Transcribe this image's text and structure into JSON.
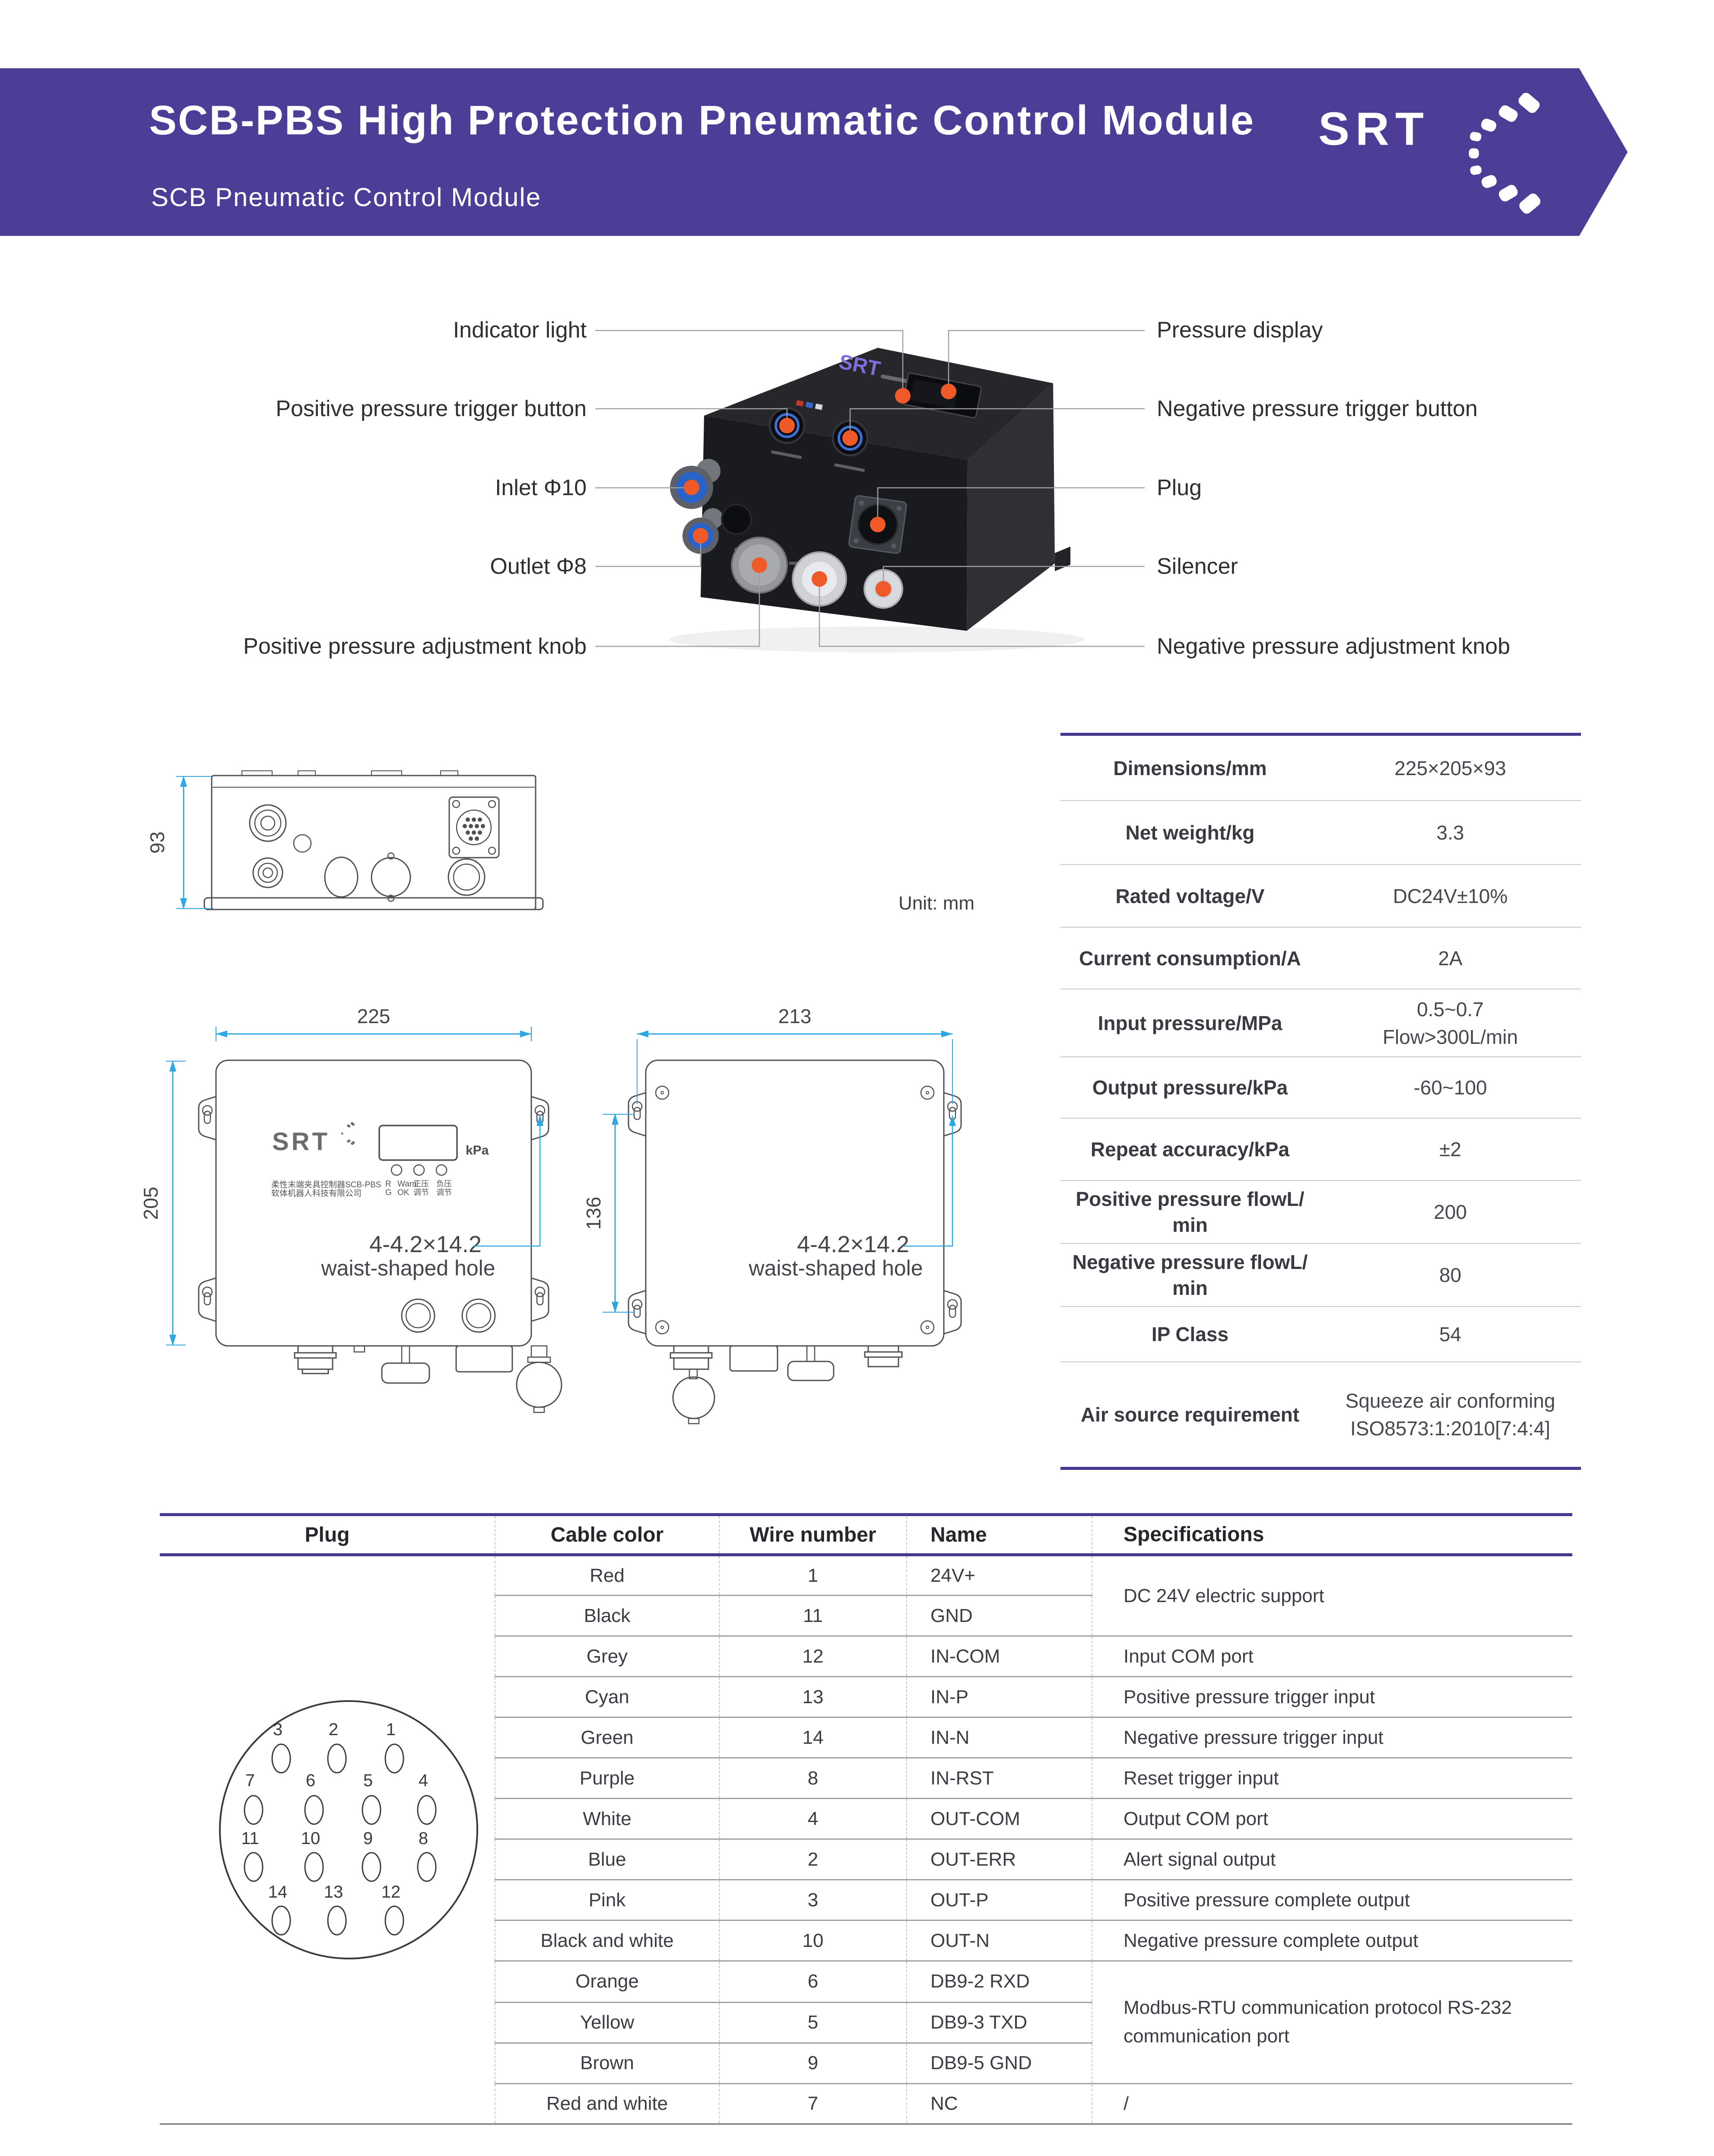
{
  "header": {
    "title": "SCB-PBS High Protection Pneumatic Control Module",
    "subtitle": "SCB Pneumatic Control Module",
    "logo_text": "SRT"
  },
  "callouts": {
    "left": [
      "Indicator light",
      "Positive pressure trigger button",
      "Inlet Φ10",
      "Outlet  Φ8",
      "Positive pressure adjustment knob"
    ],
    "right": [
      "Pressure display",
      "Negative pressure trigger button",
      "Plug",
      "Silencer",
      "Negative pressure adjustment knob"
    ]
  },
  "drawings": {
    "unit_note": "Unit: mm",
    "side": {
      "height_dim": "93"
    },
    "front": {
      "width_dim": "225",
      "height_dim": "205",
      "logo": "SRT",
      "panel_unit": "kPa",
      "led_r": "R",
      "led_warn": "Warn",
      "led_g": "G",
      "led_ok": "OK",
      "knob1_line1": "正压",
      "knob1_line2": "调节",
      "knob2_line1": "负压",
      "knob2_line2": "调节",
      "dev_line1": "柔性末端夹具控制器SCB-PBS",
      "dev_line2": "软体机器人科技有限公司",
      "hole1": "4-4.2×14.2",
      "hole2": "waist-shaped hole"
    },
    "rear": {
      "width_dim": "213",
      "height_dim": "136",
      "hole1": "4-4.2×14.2",
      "hole2": "waist-shaped hole"
    }
  },
  "spec": {
    "rows": [
      {
        "label": "Dimensions/mm",
        "value": "225×205×93"
      },
      {
        "label": "Net weight/kg",
        "value": "3.3"
      },
      {
        "label": "Rated voltage/V",
        "value": "DC24V±10%"
      },
      {
        "label": "Current consumption/A",
        "value": "2A"
      },
      {
        "label": "Input pressure/MPa",
        "value": "0.5~0.7\nFlow>300L/min"
      },
      {
        "label": "Output pressure/kPa",
        "value": "-60~100"
      },
      {
        "label": "Repeat accuracy/kPa",
        "value": "±2"
      },
      {
        "label": "Positive pressure flowL/\nmin",
        "value": "200"
      },
      {
        "label": "Negative pressure flowL/\nmin",
        "value": "80"
      },
      {
        "label": "IP Class",
        "value": "54"
      },
      {
        "label": "Air source requirement",
        "value": "Squeeze air conforming\nISO8573:1:2010[7:4:4]"
      }
    ]
  },
  "pinout": {
    "headers": [
      "Plug",
      "Cable color",
      "Wire number",
      "Name",
      "Specifications"
    ],
    "rows": [
      {
        "color": "Red",
        "wire": "1",
        "name": "24V+"
      },
      {
        "color": "Black",
        "wire": "11",
        "name": "GND"
      },
      {
        "color": "Grey",
        "wire": "12",
        "name": "IN-COM"
      },
      {
        "color": "Cyan",
        "wire": "13",
        "name": "IN-P"
      },
      {
        "color": "Green",
        "wire": "14",
        "name": "IN-N"
      },
      {
        "color": "Purple",
        "wire": "8",
        "name": "IN-RST"
      },
      {
        "color": "White",
        "wire": "4",
        "name": "OUT-COM"
      },
      {
        "color": "Blue",
        "wire": "2",
        "name": "OUT-ERR"
      },
      {
        "color": "Pink",
        "wire": "3",
        "name": "OUT-P"
      },
      {
        "color": "Black and white",
        "wire": "10",
        "name": "OUT-N"
      },
      {
        "color": "Orange",
        "wire": "6",
        "name": "DB9-2  RXD"
      },
      {
        "color": "Yellow",
        "wire": "5",
        "name": "DB9-3  TXD"
      },
      {
        "color": "Brown",
        "wire": "9",
        "name": "DB9-5  GND"
      },
      {
        "color": "Red and white",
        "wire": "7",
        "name": "NC"
      }
    ],
    "specs": [
      "DC 24V electric support",
      "Input COM port",
      "Positive pressure trigger input",
      "Negative pressure trigger input",
      "Reset trigger input",
      "Output COM port",
      "Alert signal output",
      "Positive pressure complete output",
      "Negative pressure complete output",
      "Modbus-RTU communication protocol RS-232 communication port",
      "/"
    ],
    "pins": [
      "3",
      "2",
      "1",
      "7",
      "6",
      "5",
      "4",
      "11",
      "10",
      "9",
      "8",
      "14",
      "13",
      "12"
    ]
  }
}
